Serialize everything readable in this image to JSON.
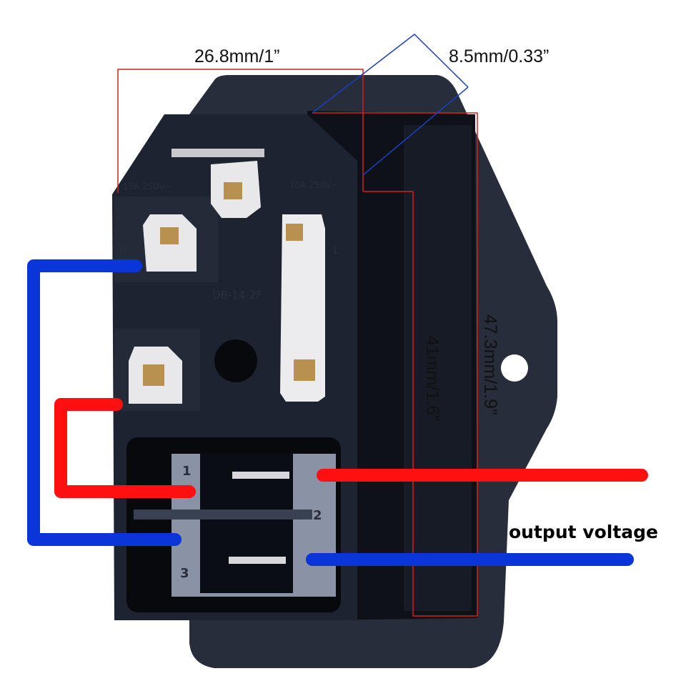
{
  "dimensions": {
    "width": "26.8mm/1”",
    "depth": "8.5mm/0.33”",
    "body_height": "41mm/1.6”",
    "flange_height": "47.3mm/1.9”"
  },
  "labels": {
    "output": "output voltage"
  },
  "markings": {
    "left_rating": "15A 250V~",
    "right_rating": "10A 250V~",
    "neutral": "N",
    "live": "L",
    "model": "DB-14-2F",
    "switch_1": "1",
    "switch_2": "2",
    "switch_3": "3"
  },
  "colors": {
    "wire_live": "#ff1010",
    "wire_neutral": "#0a35d8",
    "dimension_line": "#d42020",
    "depth_line": "#1a3fc0",
    "housing": "#1c2230"
  }
}
